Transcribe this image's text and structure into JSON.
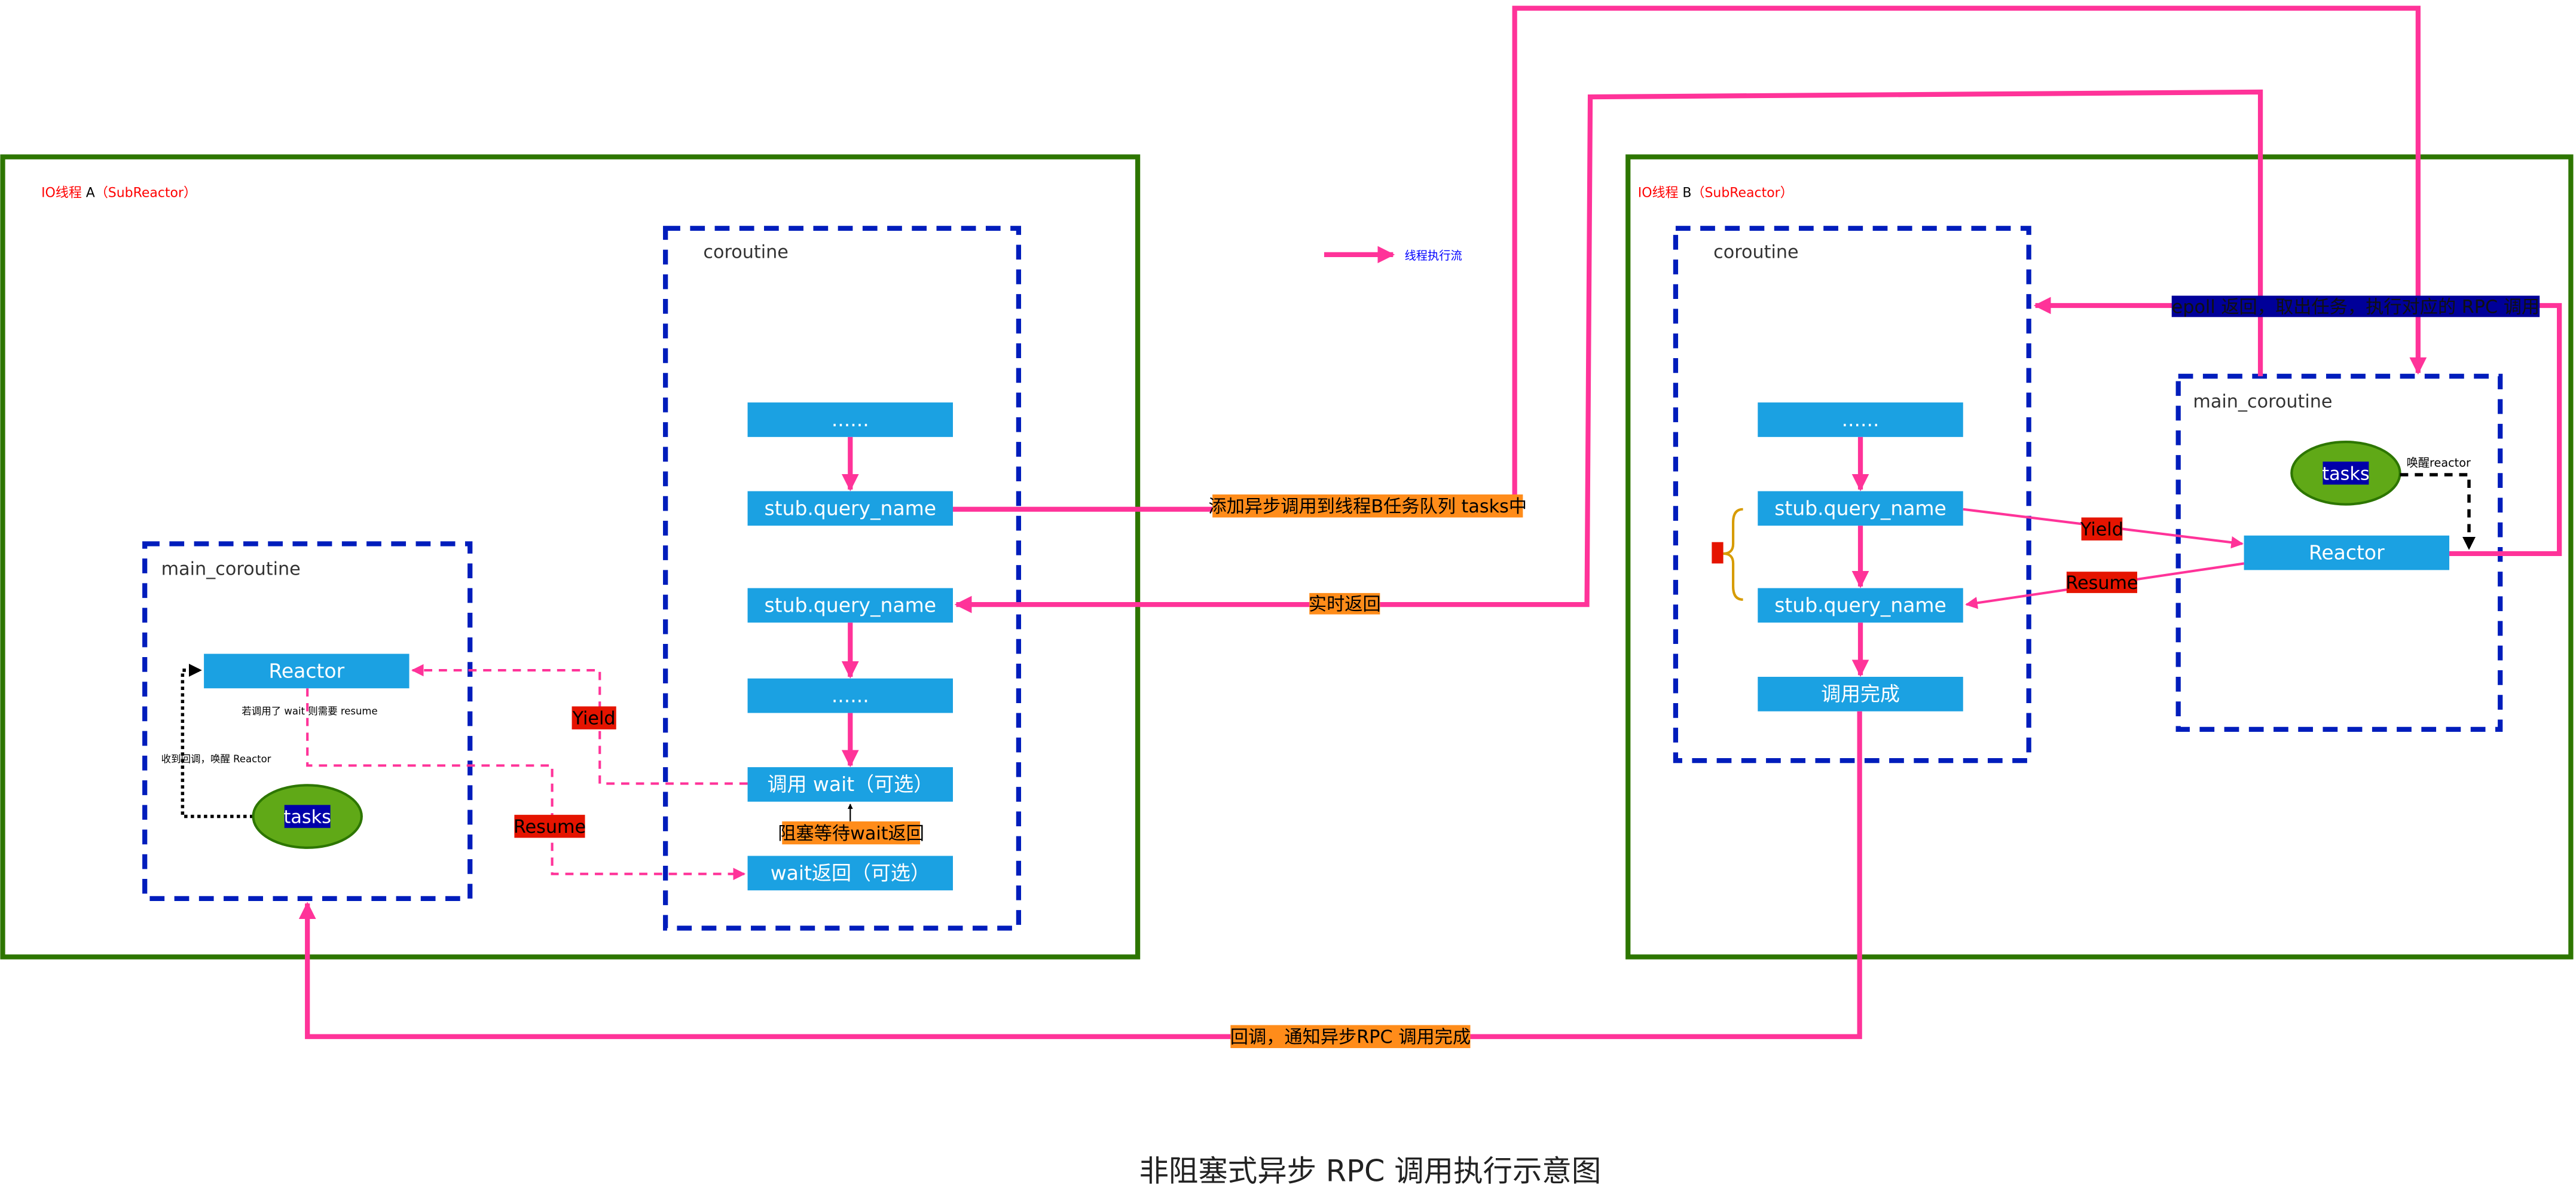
{
  "title": "非阻塞式异步 RPC 调用执行示意图",
  "legend": {
    "label": "线程执行流"
  },
  "thread_a": {
    "label_prefix": "IO线程",
    "label_letter": " A",
    "label_suffix": "（SubReactor）",
    "coroutine": {
      "label": "coroutine",
      "steps": [
        "......",
        "stub.query_name",
        "stub.query_name",
        "......",
        "调用 wait（可选）",
        "wait返回（可选）"
      ],
      "block_note": "阻塞等待wait返回"
    },
    "main_coroutine": {
      "label": "main_coroutine",
      "reactor": "Reactor",
      "resume_note": "若调用了 wait 则需要 resume",
      "wake_note": "收到回调，唤醒 Reactor",
      "tasks": "tasks"
    },
    "yield": "Yield",
    "resume": "Resume"
  },
  "thread_b": {
    "label_prefix": "IO线程",
    "label_letter": " B",
    "label_suffix": "（SubReactor）",
    "coroutine": {
      "label": "coroutine",
      "steps": [
        "......",
        "stub.query_name",
        "stub.query_name",
        "调用完成"
      ]
    },
    "main_coroutine": {
      "label": "main_coroutine",
      "reactor": "Reactor",
      "tasks": "tasks",
      "wake_note": "唤醒reactor"
    },
    "yield": "Yield",
    "resume": "Resume"
  },
  "edges": {
    "add_task": "添加异步调用到线程B任务队列 tasks中",
    "realtime_return": "实时返回",
    "dispatch": "epoll 返回，取出任务，执行对应的 RPC 调用",
    "callback": "回调，通知异步RPC 调用完成"
  },
  "colors": {
    "flow": "#ff3399",
    "green": "#2d7600",
    "dash": "#001dbc",
    "step": "#1ba1e2",
    "orange": "#ff8c1a",
    "red": "#e51400",
    "navy": "#000099",
    "task_fill": "#60a917",
    "red_text": "#ff0000"
  }
}
